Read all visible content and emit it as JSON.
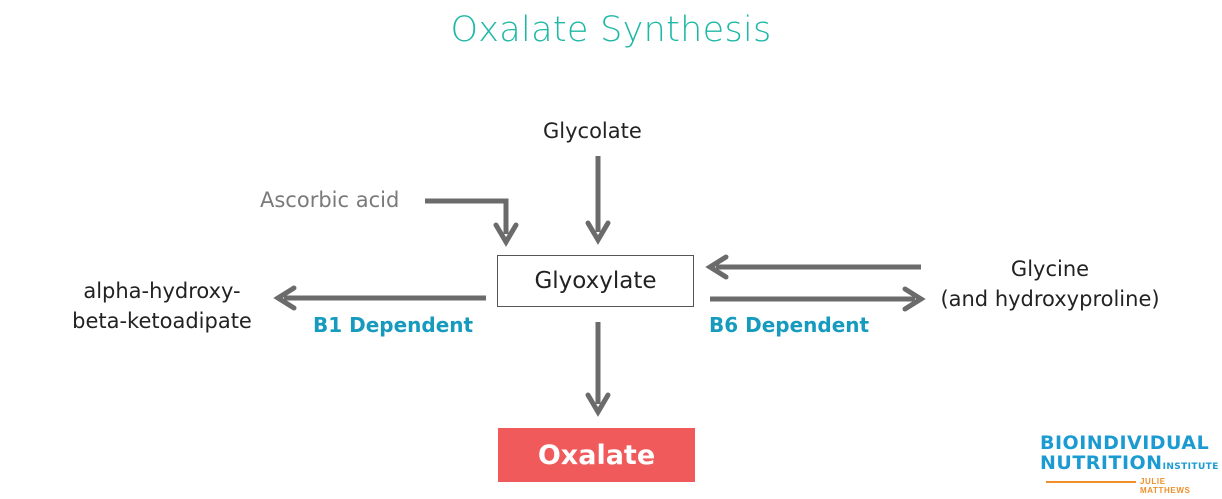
{
  "title": "Oxalate Synthesis",
  "nodes": {
    "glycolate": "Glycolate",
    "ascorbic_acid": "Ascorbic acid",
    "glyoxylate": "Glyoxylate",
    "alpha_line1": "alpha-hydroxy-",
    "alpha_line2": "beta-ketoadipate",
    "glycine_line1": "Glycine",
    "glycine_line2": "(and hydroxyproline)",
    "oxalate": "Oxalate"
  },
  "labels": {
    "b1": "B1 Dependent",
    "b6": "B6 Dependent"
  },
  "logo": {
    "line1": "BIOINDIVIDUAL",
    "line2": "NUTRITION",
    "institute": "INSTITUTE",
    "author": "JULIE MATTHEWS"
  },
  "colors": {
    "title": "#1fb8a6",
    "dependency": "#169bbf",
    "oxalate_fill": "#f05a5b",
    "arrow": "#6b6b6b"
  }
}
